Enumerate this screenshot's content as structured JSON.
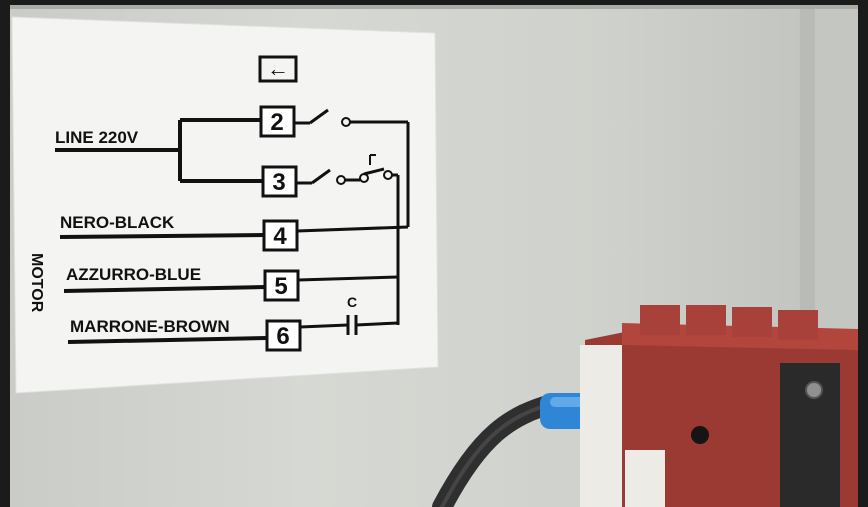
{
  "diagram": {
    "arrow_symbol": "←",
    "line_label": "LINE 220V",
    "motor_label": "MOTOR",
    "capacitor_label": "C",
    "terminals": [
      {
        "number": "2",
        "wire": ""
      },
      {
        "number": "3",
        "wire": ""
      },
      {
        "number": "4",
        "wire": "NERO-BLACK"
      },
      {
        "number": "5",
        "wire": "AZZURRO-BLUE"
      },
      {
        "number": "6",
        "wire": "MARRONE-BROWN"
      }
    ]
  },
  "colors": {
    "wall": "#d3d5d0",
    "label_background": "#f4f5f3",
    "ink": "#111111",
    "switch_body": "#9b3a32",
    "connector_blue": "#2f86d6",
    "cable": "#3a3a3a"
  }
}
